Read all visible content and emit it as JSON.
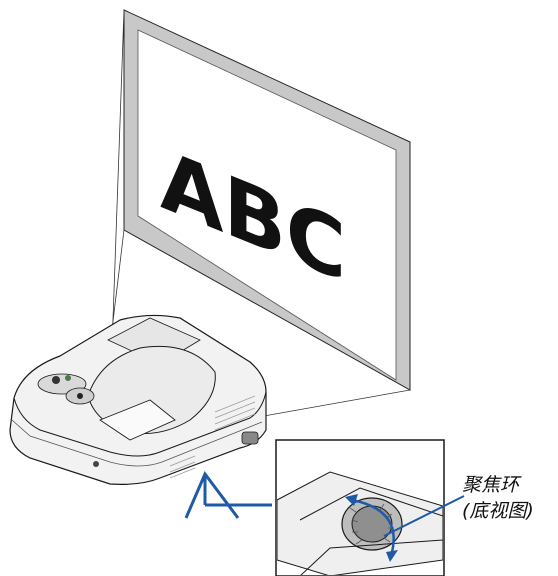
{
  "screen": {
    "projected_text": "ABC"
  },
  "callout": {
    "line1": "聚焦环",
    "line2": "(底视图)"
  },
  "colors": {
    "screen_border": "#c8c8c8",
    "outline": "#1a1a1a",
    "arrow_blue": "#1f5aa6",
    "projector_body": "#f2f2f2",
    "shading": "#b9b9b9"
  }
}
